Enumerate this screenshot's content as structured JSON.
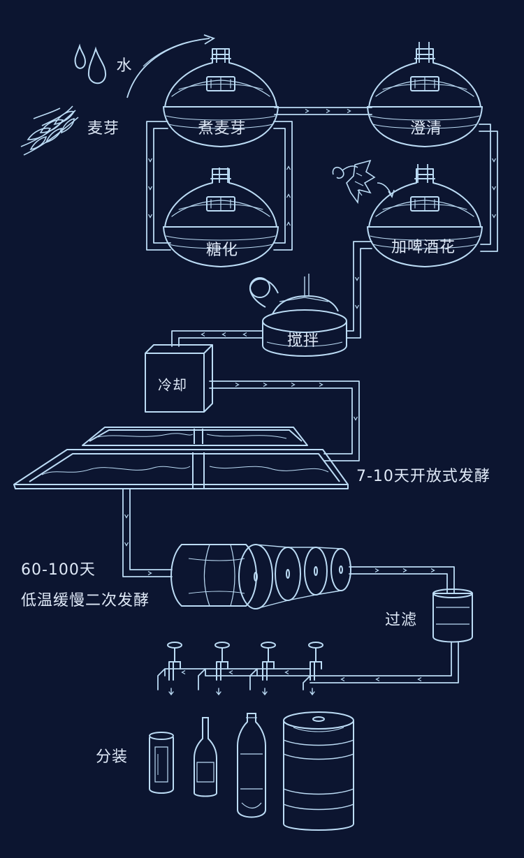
{
  "colors": {
    "background": "#0c1530",
    "line": "#bcdcf5",
    "text": "#dfe9f7"
  },
  "ingredients": {
    "water": "水",
    "malt": "麦芽",
    "hops_icon": "hop-icon"
  },
  "steps": {
    "boil_malt": "煮麦芽",
    "clarify": "澄清",
    "saccharify": "糖化",
    "add_hops": "加啤酒花",
    "stir": "搅拌",
    "cool": "冷却",
    "open_fermentation": "7-10天开放式发酵",
    "secondary_days": "60-100天",
    "secondary_desc": "低温缓慢二次发酵",
    "filter": "过滤",
    "packaging": "分装"
  }
}
